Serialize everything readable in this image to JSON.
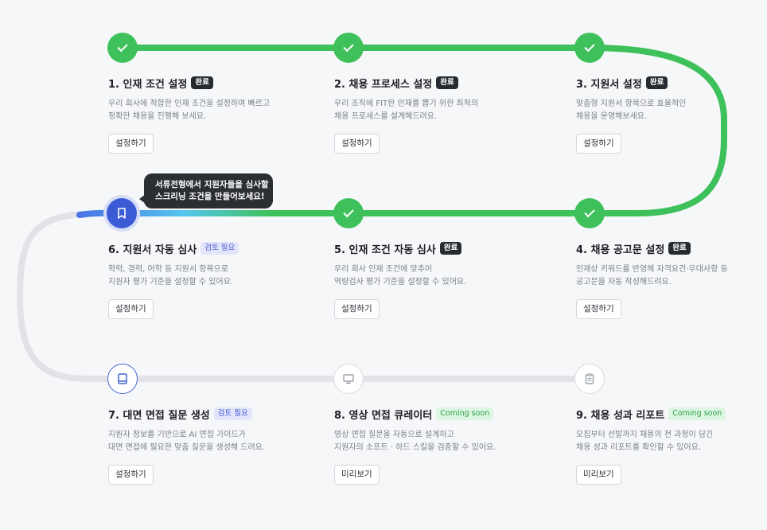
{
  "tooltip": {
    "line1": "서류전형에서 지원자들을 심사할",
    "line2": "스크리닝 조건을 만들어보세요!"
  },
  "steps": [
    {
      "title": "1. 인재 조건 설정",
      "badge": "완료",
      "desc1": "우리 회사에 적합한 인재 조건을 설정하여 빠르고",
      "desc2": "정확한 채용을 진행해 보세요.",
      "button": "설정하기"
    },
    {
      "title": "2. 채용 프로세스 설정",
      "badge": "완료",
      "desc1": "우리 조직에 FIT한 인재를 뽑기 위한 최적의",
      "desc2": "채용 프로세스를 설계해드려요.",
      "button": "설정하기"
    },
    {
      "title": "3. 지원서 설정",
      "badge": "완료",
      "desc1": "맞춤형 지원서 항목으로 효율적인",
      "desc2": "채용을 운영해보세요.",
      "button": "설정하기"
    },
    {
      "title": "4. 채용 공고문 설정",
      "badge": "완료",
      "desc1": "인재상 키워드를 반영해 자격요건·우대사항 등",
      "desc2": "공고문을 자동 작성해드려요.",
      "button": "설정하기"
    },
    {
      "title": "5. 인재 조건 자동 심사",
      "badge": "완료",
      "desc1": "우리 회사 인재 조건에 맞추어",
      "desc2": "역량검사 평가 기준을 설정할 수 있어요.",
      "button": "설정하기"
    },
    {
      "title": "6. 지원서 자동 심사",
      "badge": "검토 필요",
      "desc1": "학력, 경력, 어학 등 지원서 항목으로",
      "desc2": "지원자 평가 기준을 설정할 수 있어요.",
      "button": "설정하기"
    },
    {
      "title": "7. 대면 면접 질문 생성",
      "badge": "검토 필요",
      "desc1": "지원자 정보를 기반으로 AI 면접 가이드가",
      "desc2": "대면 면접에 필요한 맞춤 질문을 생성해 드려요.",
      "button": "설정하기"
    },
    {
      "title": "8. 영상 면접 큐레이터",
      "badge": "Coming soon",
      "desc1": "영상 면접 질문을 자동으로 설계하고",
      "desc2": "지원자의 소프트 · 하드 스킬을 검증할 수 있어요.",
      "button": "미리보기"
    },
    {
      "title": "9. 채용 성과 리포트",
      "badge": "Coming soon",
      "desc1": "모집부터 선발까지 채용의 전 과정이 담긴",
      "desc2": "채용 성과 리포트를 확인할 수 있어요.",
      "button": "미리보기"
    }
  ],
  "colors": {
    "done": "#3ec15a",
    "active": "#3b5ad6",
    "pending_track": "#e1e3e8"
  },
  "icons": {
    "done": "check-icon",
    "step6": "bookmark-icon",
    "step7": "book-icon",
    "step8": "monitor-icon",
    "step9": "clipboard-icon"
  }
}
